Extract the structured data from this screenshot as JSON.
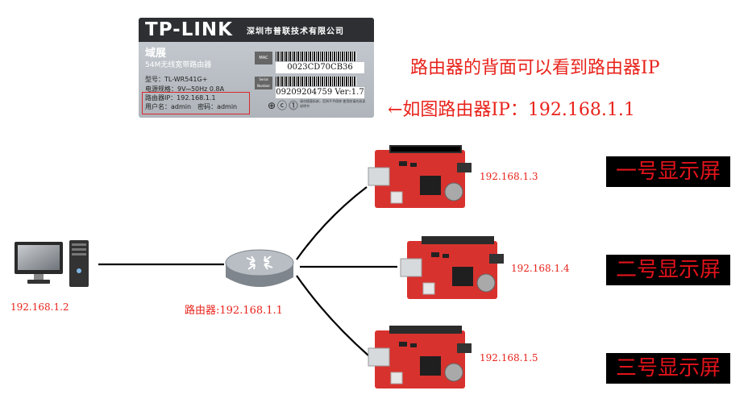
{
  "label": {
    "brand": "TP-LINK",
    "company": "深圳市普联技术有限公司",
    "product": "域展",
    "model_desc": "54M无线宽带路由器",
    "specs": [
      "型号：TL-WR541G+",
      "电源规格：9V⎓50Hz 0.8A",
      "路由器IP：192.168.1.1",
      "用户名：admin　密码：admin"
    ],
    "mac_tag": "MAC",
    "mac_value": "0023CD70CB36",
    "serial_tag": "Serial Number",
    "serial_value": "09209204759  Ver:1.7",
    "smallprint": "请勿随意拆卸，否则不予保修 使用前请先阅读说明书"
  },
  "captions": {
    "back_label": "路由器的背面可以看到路由器IP",
    "router_ip_note": "←如图路由器IP：192.168.1.1"
  },
  "network": {
    "pc_ip": "192.168.1.2",
    "router_label": "路由器:192.168.1.1",
    "cards": [
      {
        "ip": "192.168.1.3",
        "screen": "一号显示屏"
      },
      {
        "ip": "192.168.1.4",
        "screen": "二号显示屏"
      },
      {
        "ip": "192.168.1.5",
        "screen": "三号显示屏"
      }
    ]
  },
  "colors": {
    "caption_red": "#e8231b",
    "screen_text": "#e1131b",
    "screen_bg": "#000000",
    "board_red": "#d8322e",
    "router_gray": "#9ea4aa"
  }
}
